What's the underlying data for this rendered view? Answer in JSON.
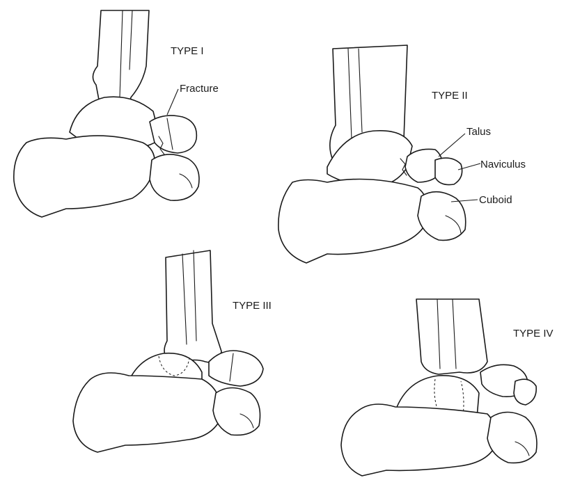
{
  "panels": [
    {
      "title": "TYPE I"
    },
    {
      "title": "TYPE II"
    },
    {
      "title": "TYPE III"
    },
    {
      "title": "TYPE IV"
    }
  ],
  "labels": {
    "fracture": "Fracture",
    "talus": "Talus",
    "naviculus": "Naviculus",
    "cuboid": "Cuboid"
  }
}
